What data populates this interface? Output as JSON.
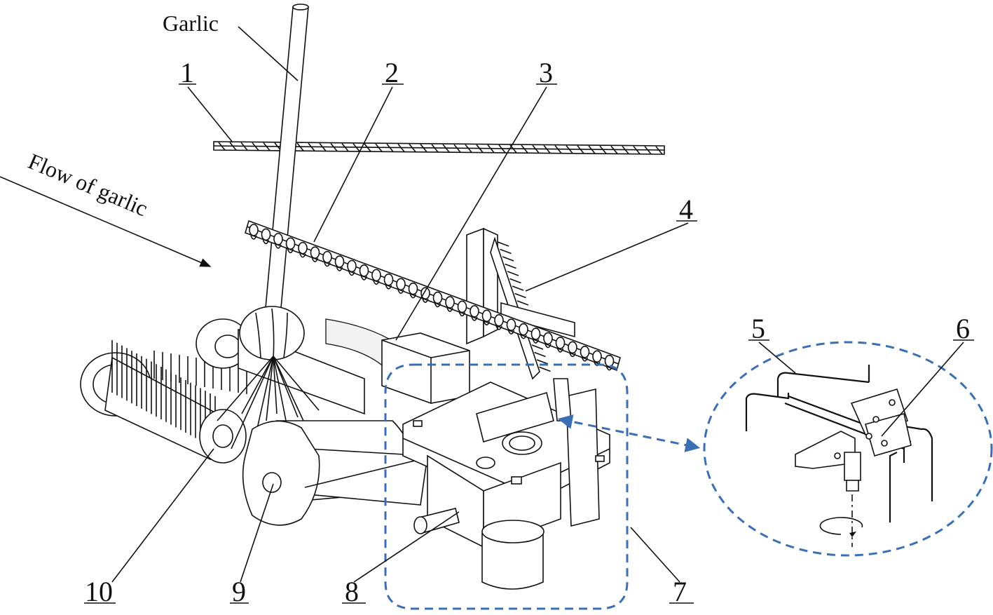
{
  "labels": {
    "garlic": "Garlic",
    "flow": "Flow of garlic",
    "n1": "1",
    "n2": "2",
    "n3": "3",
    "n4": "4",
    "n5": "5",
    "n6": "6",
    "n7": "7",
    "n8": "8",
    "n9": "9",
    "n10": "10"
  },
  "colors": {
    "line": "#111111",
    "highlight": "#3a6fb5"
  }
}
